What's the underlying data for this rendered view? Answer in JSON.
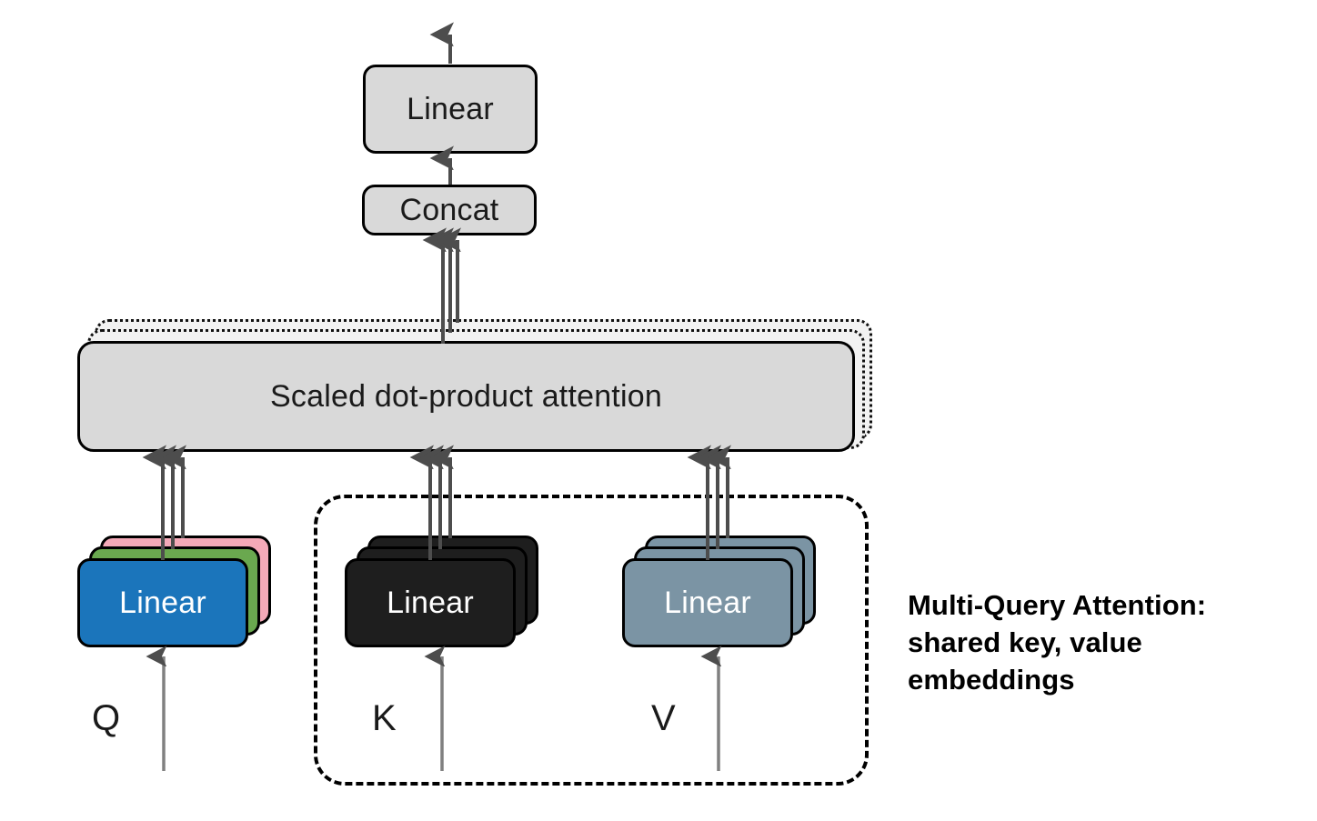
{
  "diagram": {
    "title_caption": {
      "line1": "Multi-Query Attention:",
      "line2": "shared key, value",
      "line3": "embeddings"
    },
    "nodes": {
      "output_linear": {
        "label": "Linear"
      },
      "concat": {
        "label": "Concat"
      },
      "attention": {
        "label": "Scaled dot-product attention"
      },
      "q_linear": {
        "label": "Linear"
      },
      "q_linear_mid": {
        "label": ""
      },
      "q_linear_back": {
        "label": ""
      },
      "k_linear": {
        "label": "Linear"
      },
      "k_linear_mid": {
        "label": ""
      },
      "k_linear_back": {
        "label": ""
      },
      "v_linear": {
        "label": "Linear"
      },
      "v_linear_mid": {
        "label": ""
      },
      "v_linear_back": {
        "label": ""
      }
    },
    "inputs": {
      "q": "Q",
      "k": "K",
      "v": "V"
    },
    "colors": {
      "box_grey": "#d9d9d9",
      "q_front": "#1b75bb",
      "q_mid": "#6aa84f",
      "q_back": "#f4a9b8",
      "k_stack": "#1e1e1e",
      "v_stack": "#7b94a4",
      "outline": "#000000",
      "arrow": "#4d4d4d",
      "ghost_fill": "#f2f2f2"
    }
  }
}
